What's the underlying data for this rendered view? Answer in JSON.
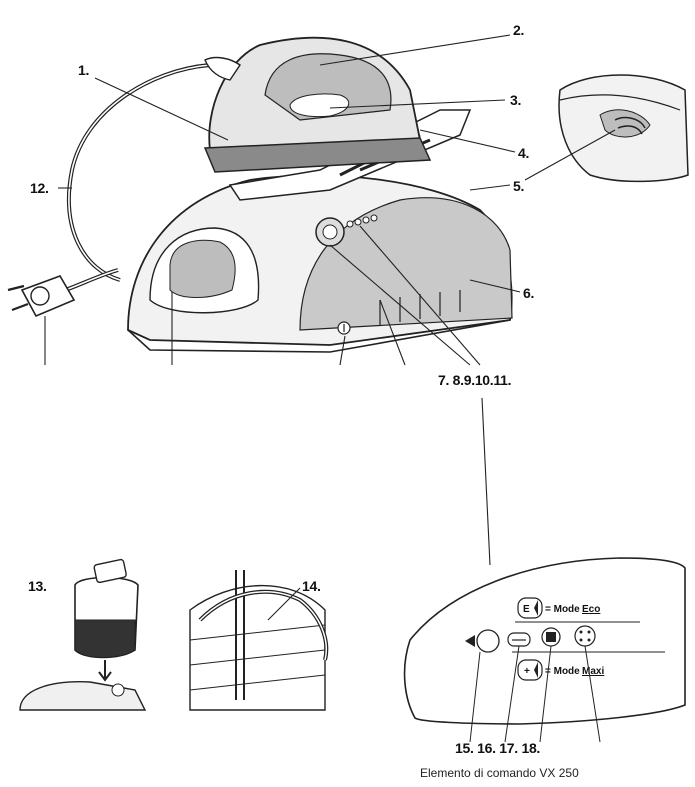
{
  "callouts": {
    "c1": "1.",
    "c2": "2.",
    "c3": "3.",
    "c4": "4.",
    "c5": "5.",
    "c6": "6.",
    "c7to11": "7. 8.9.10.11.",
    "c12": "12.",
    "c13": "13.",
    "c14": "14.",
    "c15to18": "15. 16. 17. 18."
  },
  "panel": {
    "eco_key": "E",
    "eco_label": "= Mode",
    "eco_mode": "Eco",
    "maxi_key": "+",
    "maxi_label": "= Mode",
    "maxi_mode": "Maxi"
  },
  "caption": "Elemento di comando VX 250",
  "icons": [
    "arrow-left-icon",
    "power-button-icon",
    "steam-icon",
    "tank-icon",
    "descale-icon",
    "plug-icon"
  ]
}
